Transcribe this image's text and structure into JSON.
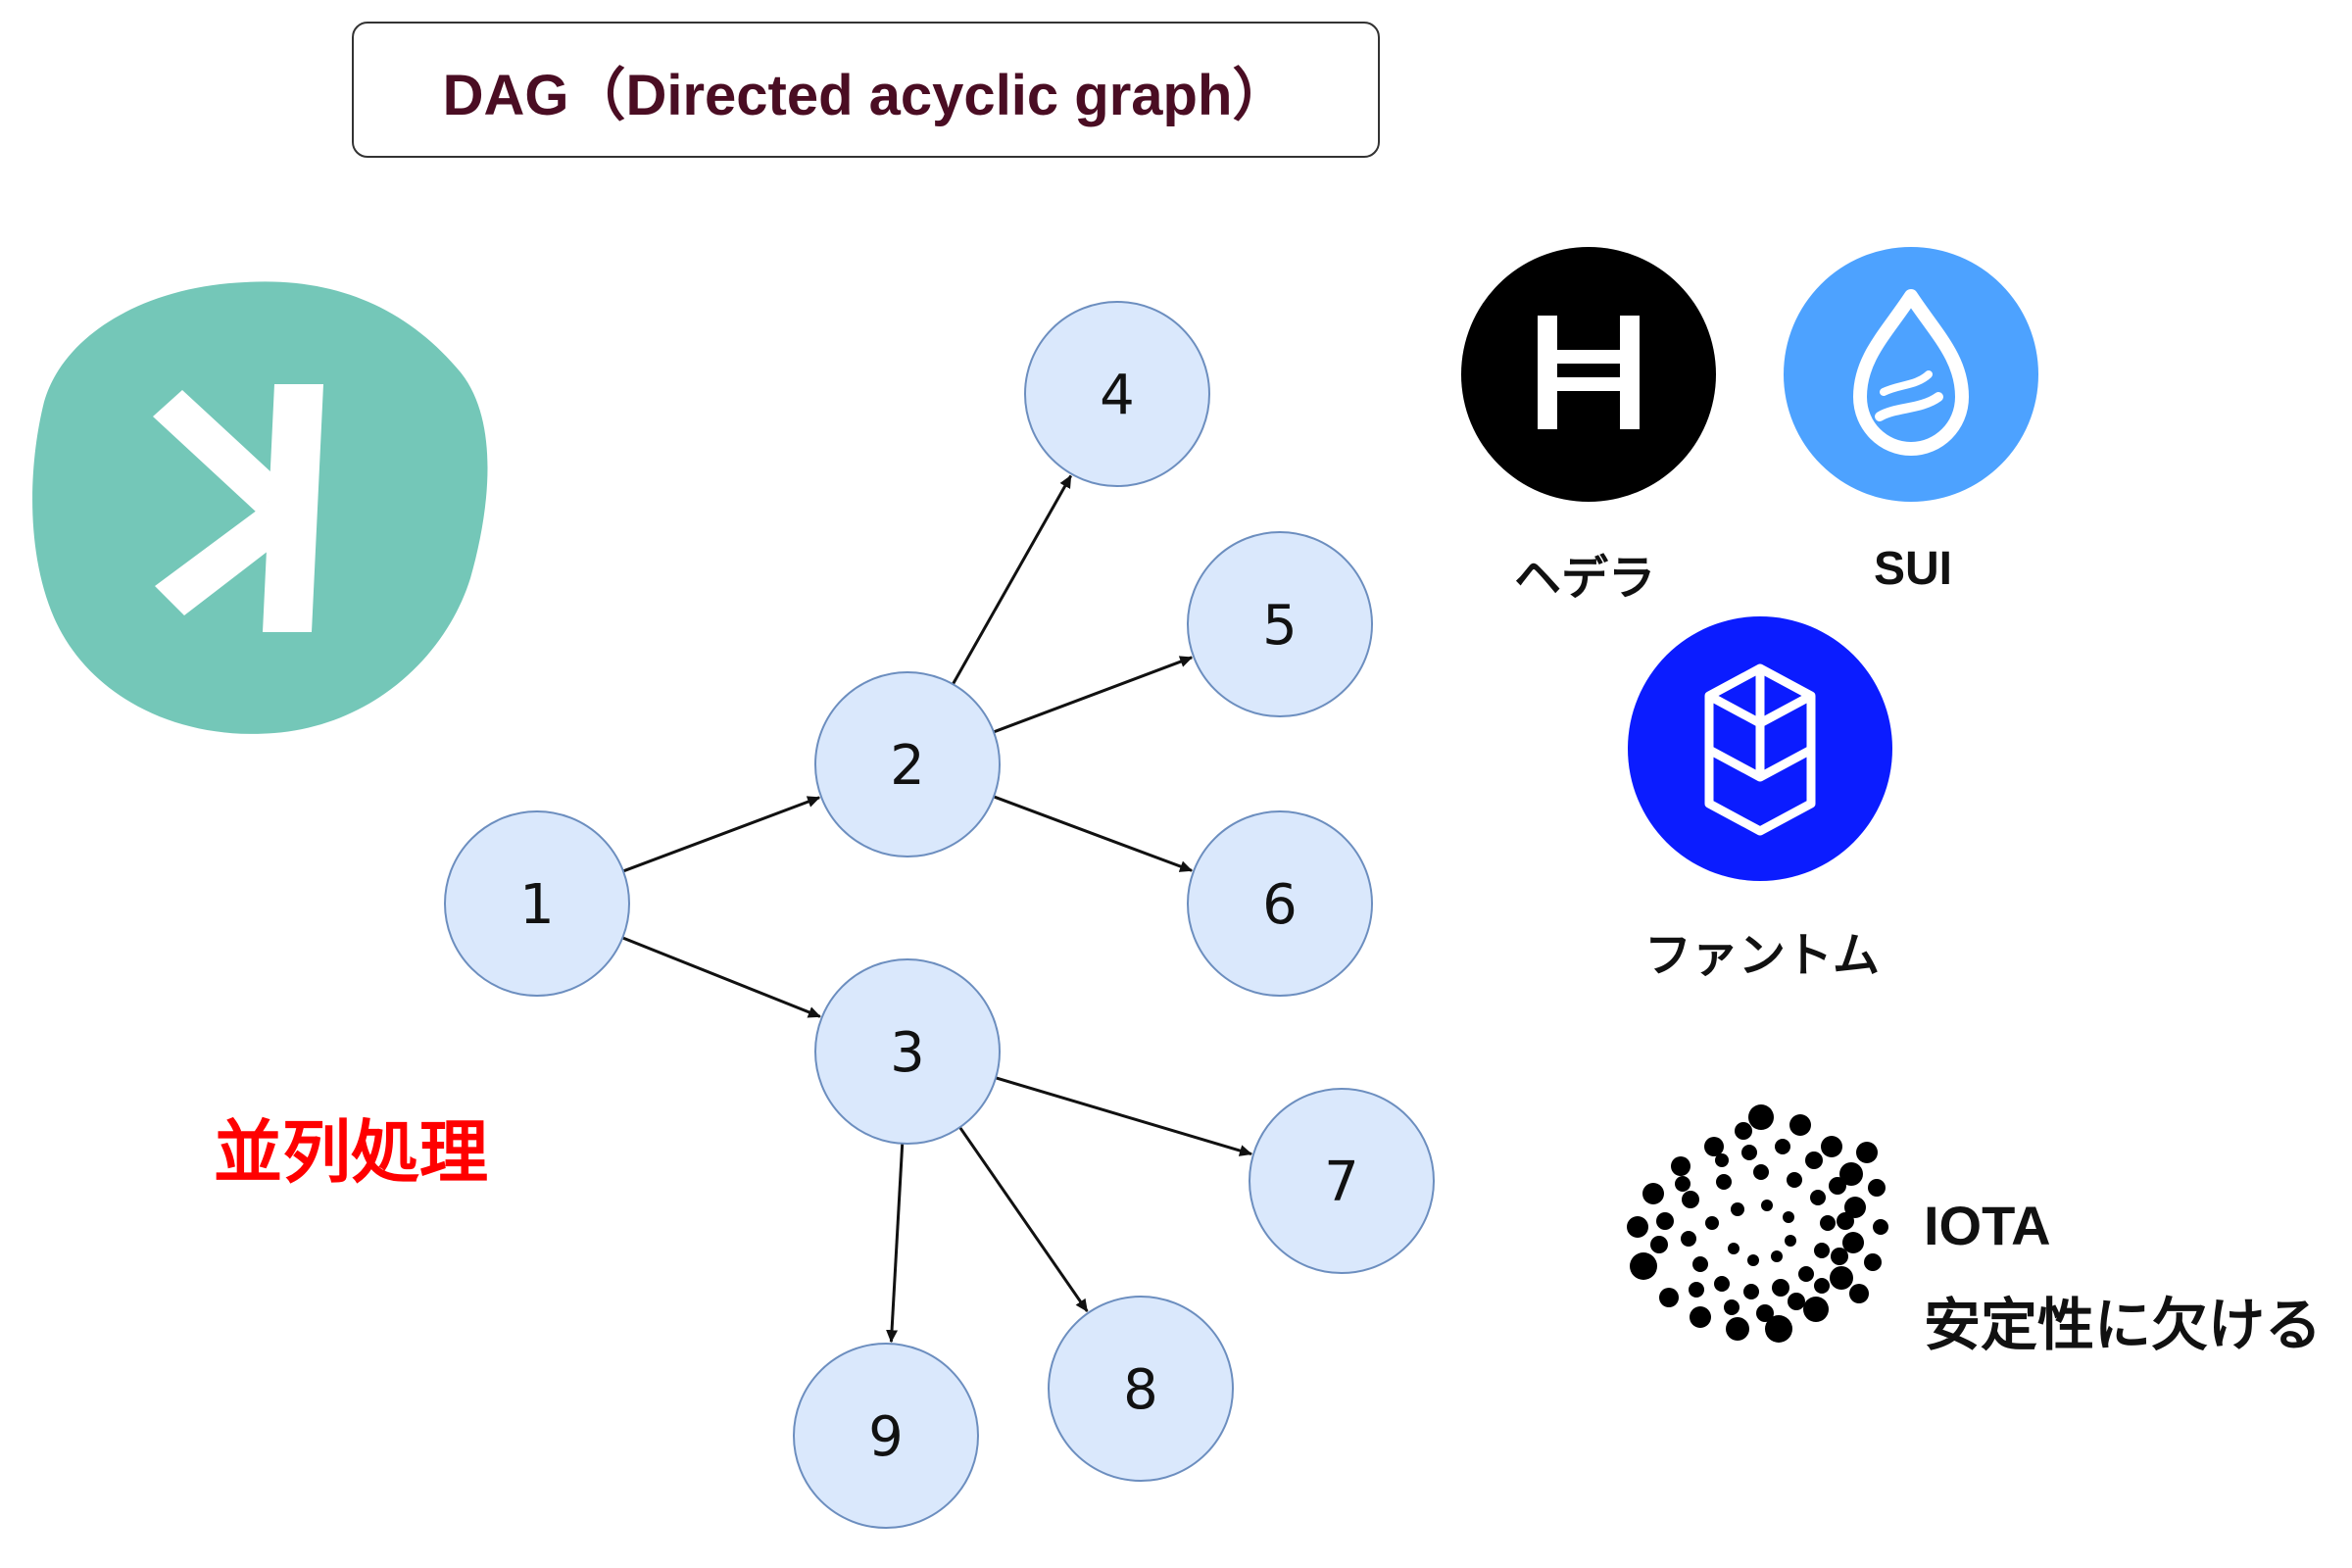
{
  "title": "DAG（Directed acyclic graph）",
  "parallel_label": "並列処理",
  "graph": {
    "nodes": [
      {
        "id": "1",
        "label": "1"
      },
      {
        "id": "2",
        "label": "2"
      },
      {
        "id": "3",
        "label": "3"
      },
      {
        "id": "4",
        "label": "4"
      },
      {
        "id": "5",
        "label": "5"
      },
      {
        "id": "6",
        "label": "6"
      },
      {
        "id": "7",
        "label": "7"
      },
      {
        "id": "8",
        "label": "8"
      },
      {
        "id": "9",
        "label": "9"
      }
    ],
    "edges": [
      {
        "from": "1",
        "to": "2"
      },
      {
        "from": "1",
        "to": "3"
      },
      {
        "from": "2",
        "to": "4"
      },
      {
        "from": "2",
        "to": "5"
      },
      {
        "from": "2",
        "to": "6"
      },
      {
        "from": "3",
        "to": "7"
      },
      {
        "from": "3",
        "to": "8"
      },
      {
        "from": "3",
        "to": "9"
      }
    ]
  },
  "logos": {
    "kaspa": {
      "icon": "kaspa-logo-icon",
      "color": "#74c7b8"
    },
    "hedera": {
      "icon": "hedera-logo-icon",
      "color": "#000000",
      "label": "ヘデラ"
    },
    "sui": {
      "icon": "sui-logo-icon",
      "color": "#4da2ff",
      "label": "SUI"
    },
    "fantom": {
      "icon": "fantom-logo-icon",
      "color": "#0b1cff",
      "label": "ファントム"
    },
    "iota": {
      "icon": "iota-logo-icon",
      "color": "#000000",
      "label": "IOTA",
      "note": "安定性に欠ける"
    }
  },
  "colors": {
    "node_fill": "#dae8fc",
    "node_stroke": "#6c8ebf",
    "title_text": "#4a0d23",
    "accent_red": "#ff0000"
  }
}
